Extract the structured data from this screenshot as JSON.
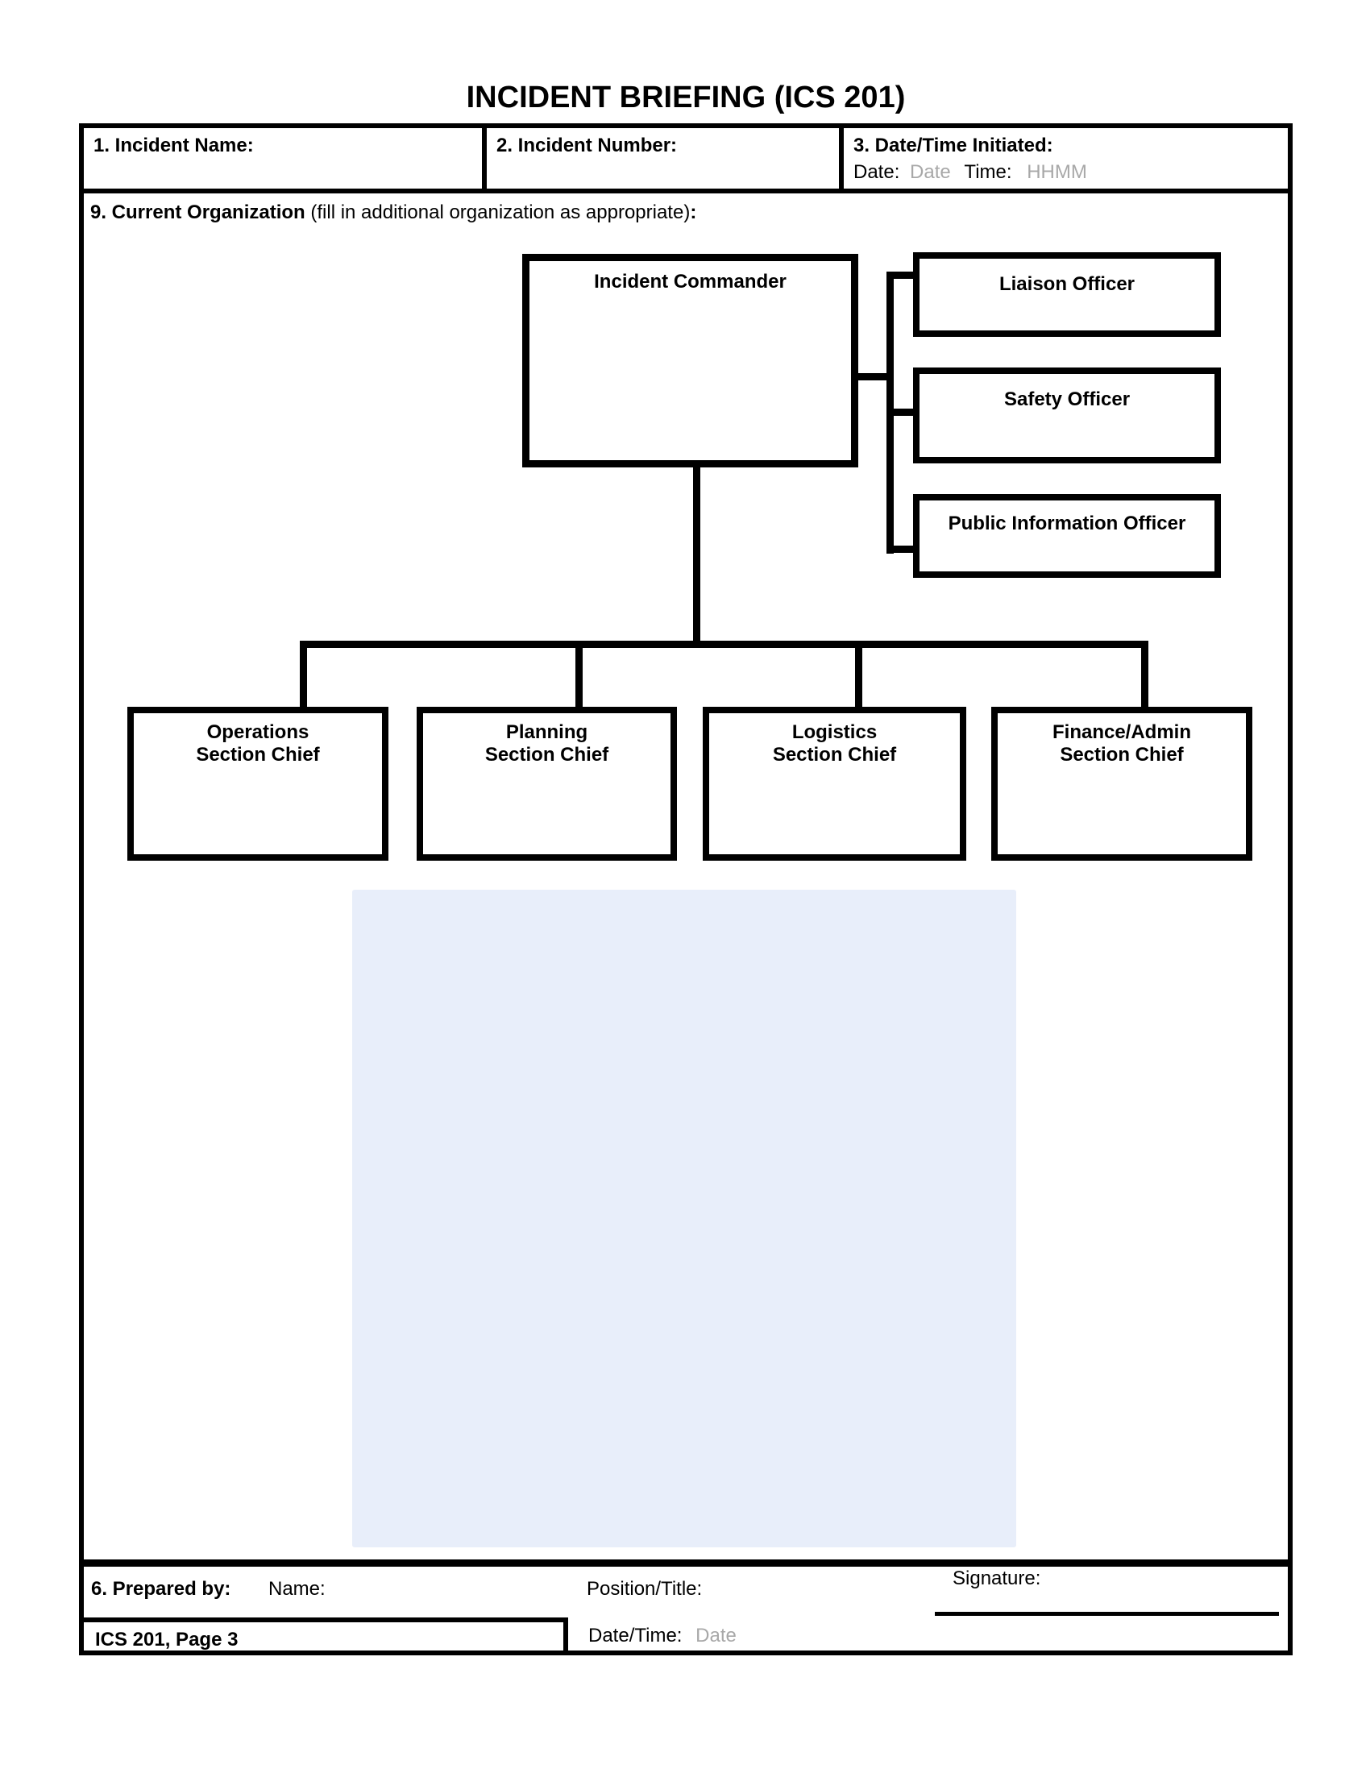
{
  "title": "INCIDENT BRIEFING (ICS 201)",
  "header_fields": {
    "incident_name_label": "1. Incident Name:",
    "incident_number_label": "2. Incident Number:",
    "datetime_initiated_label": "3. Date/Time Initiated:",
    "date_label": "Date:",
    "date_placeholder": "Date",
    "time_label": "Time:",
    "time_placeholder": "HHMM"
  },
  "section9": {
    "label_bold": "9. Current Organization",
    "label_normal": " (fill in additional organization as appropriate)",
    "label_suffix": ":"
  },
  "org_chart": {
    "incident_commander": "Incident Commander",
    "liaison_officer": "Liaison Officer",
    "safety_officer": "Safety Officer",
    "public_information_officer": "Public Information Officer",
    "section_chiefs": [
      {
        "line1": "Operations",
        "line2": "Section Chief"
      },
      {
        "line1": "Planning",
        "line2": "Section Chief"
      },
      {
        "line1": "Logistics",
        "line2": "Section Chief"
      },
      {
        "line1": "Finance/Admin",
        "line2": "Section Chief"
      }
    ]
  },
  "prepared_by": {
    "label": "6. Prepared by:",
    "name_label": "Name:",
    "position_label": "Position/Title:",
    "signature_label": "Signature:"
  },
  "footer": {
    "page_label": "ICS 201, Page 3",
    "datetime_label": "Date/Time:",
    "datetime_placeholder": "Date"
  },
  "colors": {
    "border": "#000000",
    "placeholder_text": "#a8a8a8",
    "highlight_area": "#e8eefa"
  }
}
